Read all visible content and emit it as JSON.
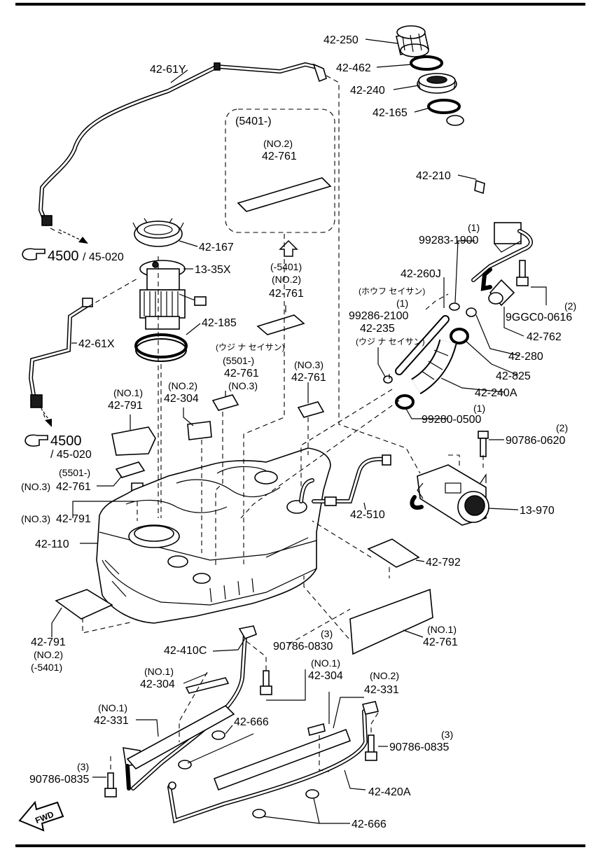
{
  "labels": {
    "l_42_61Y": "42-61Y",
    "l_42_250": "42-250",
    "l_42_462": "42-462",
    "l_42_240": "42-240",
    "l_42_165": "42-165",
    "l_42_210": "42-210",
    "l_99283_qty": "(1)",
    "l_99283": "99283-1900",
    "l_42_260J": "42-260J",
    "l_jp1": "(ホウフ セイサン)",
    "l_99286_qty": "(1)",
    "l_99286": "99286-2100",
    "l_42_235": "42-235",
    "l_jp2": "(ウジ ナ セイサン)",
    "l_9ggc_qty": "(2)",
    "l_9ggc": "9GGC0-0616",
    "l_42_762": "42-762",
    "l_42_280": "42-280",
    "l_42_825": "42-825",
    "l_42_240A": "42-240A",
    "l_99280_qty": "(1)",
    "l_99280": "99280-0500",
    "l_90786_0620_qty": "(2)",
    "l_90786_0620": "90786-0620",
    "l_13_970": "13-970",
    "l_42_510": "42-510",
    "l_42_792": "42-792",
    "l_box_title": "(5401-)",
    "l_box_no2": "(NO.2)",
    "l_box_42_761": "42-761",
    "l_m5401": "(-5401)",
    "l_m5401_no2": "(NO.2)",
    "l_m5401_42_761": "42-761",
    "l_42_167": "42-167",
    "l_13_35X": "13-35X",
    "l_42_185": "42-185",
    "l_42_61X": "42-61X",
    "l_ref1": "4500",
    "l_ref1_sub": "/ 45-020",
    "l_ref2": "4500",
    "l_ref2_sub": "/ 45-020",
    "l_jp3": "(ウジ ナ セイサン)",
    "l_5501_a": "(5501-)",
    "l_42_761_c": "42-761",
    "l_no3_c": "(NO.3)",
    "l_no3_d": "(NO.3)",
    "l_42_761_d": "42-761",
    "l_no2_e": "(NO.2)",
    "l_42_304_e": "42-304",
    "l_no1_f": "(NO.1)",
    "l_42_791_f": "42-791",
    "l_5501_g": "(5501-)",
    "l_no3_g": "(NO.3)",
    "l_42_761_g": "42-761",
    "l_no3_h": "(NO.3)",
    "l_42_791_h": "42-791",
    "l_42_110": "42-110",
    "l_42_791_i": "42-791",
    "l_no2_i": "(NO.2)",
    "l_5401_i": "(-5401)",
    "l_no1_j": "(NO.1)",
    "l_42_761_j": "42-761",
    "l_42_410C": "42-410C",
    "l_no1_k": "(NO.1)",
    "l_42_304_k": "42-304",
    "l_no1_l": "(NO.1)",
    "l_42_331_l": "42-331",
    "l_90786_0830_qty": "(3)",
    "l_90786_0830": "90786-0830",
    "l_no1_m": "(NO.1)",
    "l_42_304_m": "42-304",
    "l_no2_n": "(NO.2)",
    "l_42_331_n": "42-331",
    "l_42_666_a": "42-666",
    "l_90786_0835a_qty": "(3)",
    "l_90786_0835a": "90786-0835",
    "l_90786_0835b_qty": "(3)",
    "l_90786_0835b": "90786-0835",
    "l_42_420A": "42-420A",
    "l_42_666_b": "42-666",
    "l_fwd": "FWD"
  },
  "icons": {
    "ref_arrow": "pointing-hand-icon",
    "upward": "up-arrow-outline-icon",
    "forward": "fwd-arrow-icon"
  }
}
